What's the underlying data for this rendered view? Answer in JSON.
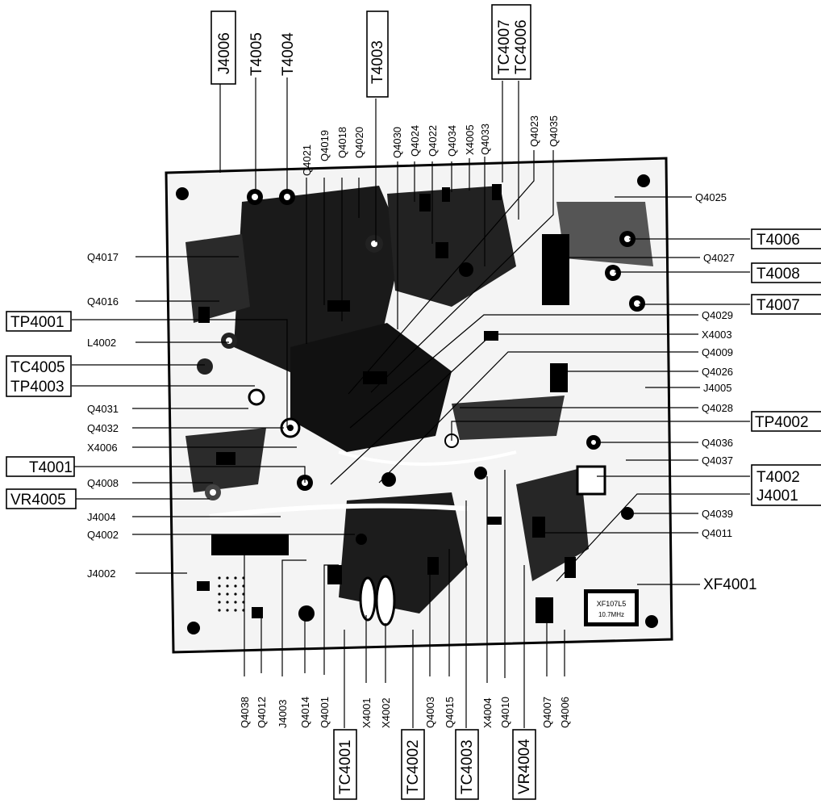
{
  "diagram": {
    "top_labels": {
      "j4006": "J4006",
      "t4005": "T4005",
      "t4004": "T4004",
      "q4021": "Q4021",
      "q4019": "Q4019",
      "q4018": "Q4018",
      "q4020": "Q4020",
      "t4003": "T4003",
      "q4030": "Q4030",
      "q4024": "Q4024",
      "q4022": "Q4022",
      "q4034": "Q4034",
      "x4005": "X4005",
      "q4033": "Q4033",
      "tc4007": "TC4007",
      "tc4006": "TC4006",
      "q4023": "Q4023",
      "q4035": "Q4035"
    },
    "left_labels": {
      "q4017": "Q4017",
      "q4016": "Q4016",
      "tp4001": "TP4001",
      "l4002": "L4002",
      "tc4005": "TC4005",
      "tp4003": "TP4003",
      "q4031": "Q4031",
      "q4032": "Q4032",
      "x4006": "X4006",
      "t4001": "T4001",
      "q4008": "Q4008",
      "vr4005": "VR4005",
      "j4004": "J4004",
      "q4002": "Q4002",
      "j4002": "J4002"
    },
    "right_labels": {
      "q4025": "Q4025",
      "t4006": "T4006",
      "q4027": "Q4027",
      "t4008": "T4008",
      "t4007": "T4007",
      "q4029": "Q4029",
      "x4003": "X4003",
      "q4009": "Q4009",
      "q4026": "Q4026",
      "j4005": "J4005",
      "q4028": "Q4028",
      "tp4002": "TP4002",
      "q4036": "Q4036",
      "q4037": "Q4037",
      "t4002": "T4002",
      "j4001": "J4001",
      "q4039": "Q4039",
      "q4011": "Q4011",
      "xf4001": "XF4001"
    },
    "bottom_labels": {
      "q4038": "Q4038",
      "q4012": "Q4012",
      "j4003": "J4003",
      "q4014": "Q4014",
      "q4001": "Q4001",
      "tc4001": "TC4001",
      "x4001": "X4001",
      "x4002": "X4002",
      "tc4002": "TC4002",
      "q4003": "Q4003",
      "q4015": "Q4015",
      "tc4003": "TC4003",
      "x4004": "X4004",
      "q4010": "Q4010",
      "vr4004": "VR4004",
      "q4007": "Q4007",
      "q4006": "Q4006"
    },
    "component_markings": {
      "filter_top": "XF107L5",
      "filter_bottom": "10.7MHz"
    },
    "colors": {
      "ink": "#000000",
      "paper": "#ffffff",
      "board": "#f4f4f4"
    }
  }
}
